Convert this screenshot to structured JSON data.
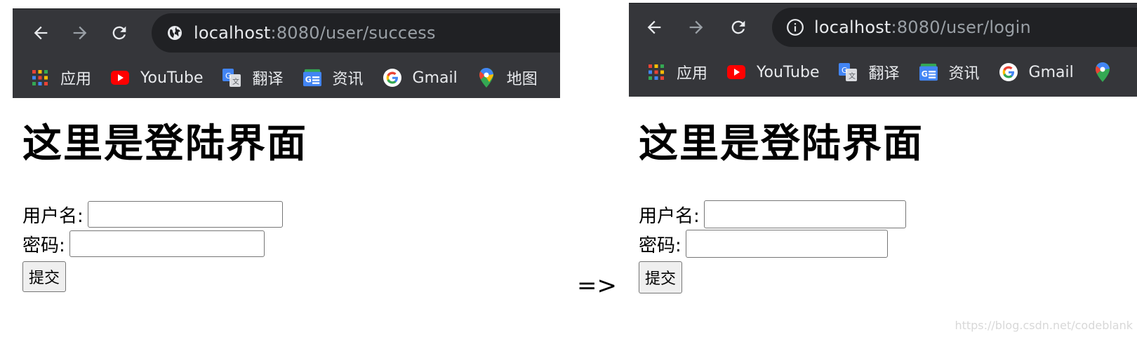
{
  "before": {
    "url_host": "localhost",
    "url_rest": ":8080/user/success",
    "site_icon": "globe-icon",
    "bookmarks": [
      {
        "label": "应用",
        "icon": "apps-grid-icon"
      },
      {
        "label": "YouTube",
        "icon": "youtube-icon"
      },
      {
        "label": "翻译",
        "icon": "google-translate-icon"
      },
      {
        "label": "资讯",
        "icon": "google-news-icon"
      },
      {
        "label": "Gmail",
        "icon": "google-icon"
      },
      {
        "label": "地图",
        "icon": "google-maps-icon"
      }
    ],
    "heading": "这里是登陆界面",
    "username_label": "用户名:",
    "password_label": "密码:",
    "submit_label": "提交"
  },
  "after": {
    "url_host": "localhost",
    "url_rest": ":8080/user/login",
    "site_icon": "info-icon",
    "bookmarks": [
      {
        "label": "应用",
        "icon": "apps-grid-icon"
      },
      {
        "label": "YouTube",
        "icon": "youtube-icon"
      },
      {
        "label": "翻译",
        "icon": "google-translate-icon"
      },
      {
        "label": "资讯",
        "icon": "google-news-icon"
      },
      {
        "label": "Gmail",
        "icon": "google-icon"
      }
    ],
    "heading": "这里是登陆界面",
    "username_label": "用户名:",
    "password_label": "密码:",
    "submit_label": "提交"
  },
  "arrow": "=>",
  "watermark": "https://blog.csdn.net/codeblank",
  "colors": {
    "chrome_bg": "#35363a",
    "omnibox_bg": "#202124",
    "text_light": "#e8eaed",
    "text_dim": "#9aa0a6"
  }
}
